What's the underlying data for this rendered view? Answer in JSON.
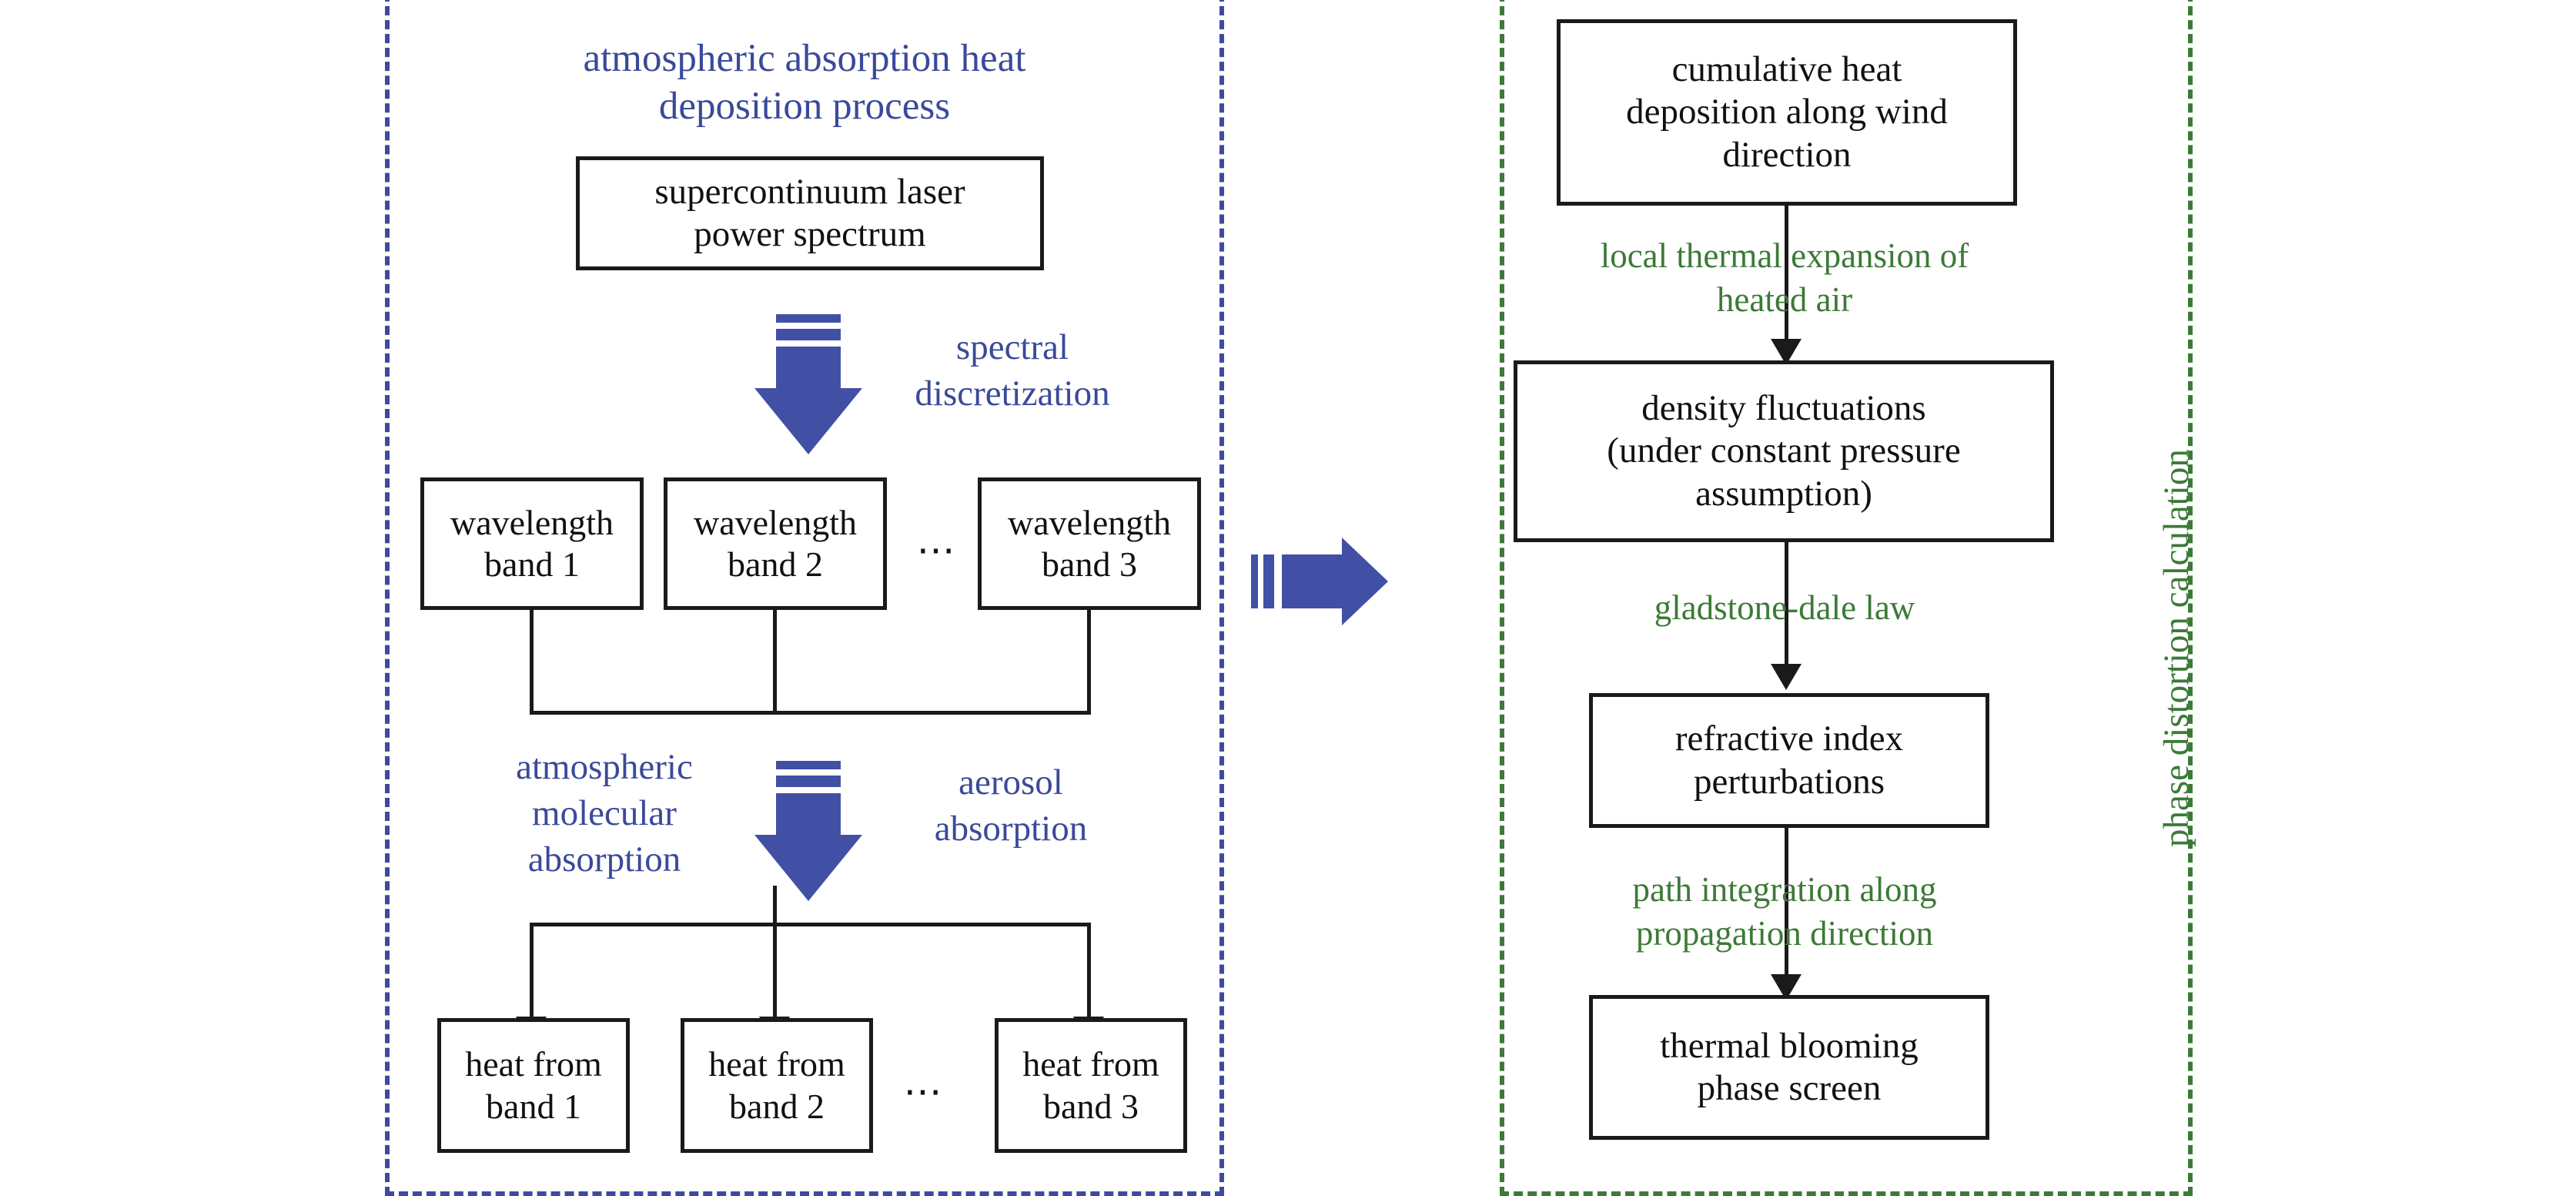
{
  "colors": {
    "blue_accent": "#3d4aa0",
    "blue_text": "#3a4a9a",
    "green_accent": "#3c7a37",
    "arrow_blue": "#4150a5",
    "box_border": "#1a1a1a",
    "background": "#ffffff"
  },
  "left_panel": {
    "title": "atmospheric absorption heat deposition process",
    "title_line1": "atmospheric absorption heat",
    "title_line2": "deposition process",
    "source_box": {
      "line1": "supercontinuum laser",
      "line2": "power spectrum"
    },
    "step1_label": {
      "line1": "spectral",
      "line2": "discretization"
    },
    "band_boxes": [
      {
        "line1": "wavelength",
        "line2": "band 1"
      },
      {
        "line1": "wavelength",
        "line2": "band 2"
      },
      {
        "line1": "wavelength",
        "line2": "band 3"
      }
    ],
    "band_ellipsis": "⋯",
    "step2_label_left": {
      "line1": "atmospheric",
      "line2": "molecular",
      "line3": "absorption"
    },
    "step2_label_right": {
      "line1": "aerosol",
      "line2": "absorption"
    },
    "heat_boxes": [
      {
        "line1": "heat from",
        "line2": "band 1"
      },
      {
        "line1": "heat from",
        "line2": "band 2"
      },
      {
        "line1": "heat from",
        "line2": "band 3"
      }
    ],
    "heat_ellipsis": "⋯"
  },
  "right_panel": {
    "side_label": "phase distortion calculation",
    "nodes": [
      {
        "name": "cumulative-heat-deposition",
        "line1": "cumulative heat",
        "line2": "deposition along wind",
        "line3": "direction"
      },
      {
        "name": "density-fluctuations",
        "line1": "density fluctuations",
        "line2": "(under constant pressure",
        "line3": "assumption)"
      },
      {
        "name": "refractive-index-perturbations",
        "line1": "refractive index",
        "line2": "perturbations"
      },
      {
        "name": "thermal-blooming-phase-screen",
        "line1": "thermal blooming",
        "line2": "phase screen"
      }
    ],
    "edge_labels": [
      {
        "name": "local-thermal-expansion",
        "line1": "local thermal expansion of",
        "line2": "heated air"
      },
      {
        "name": "gladstone-dale-law",
        "line1": "gladstone-dale law",
        "line2": ""
      },
      {
        "name": "path-integration",
        "line1": "path integration along",
        "line2": "propagation direction"
      }
    ]
  },
  "connector_arrow": {
    "name": "left-to-right-transfer-arrow",
    "direction": "right"
  }
}
